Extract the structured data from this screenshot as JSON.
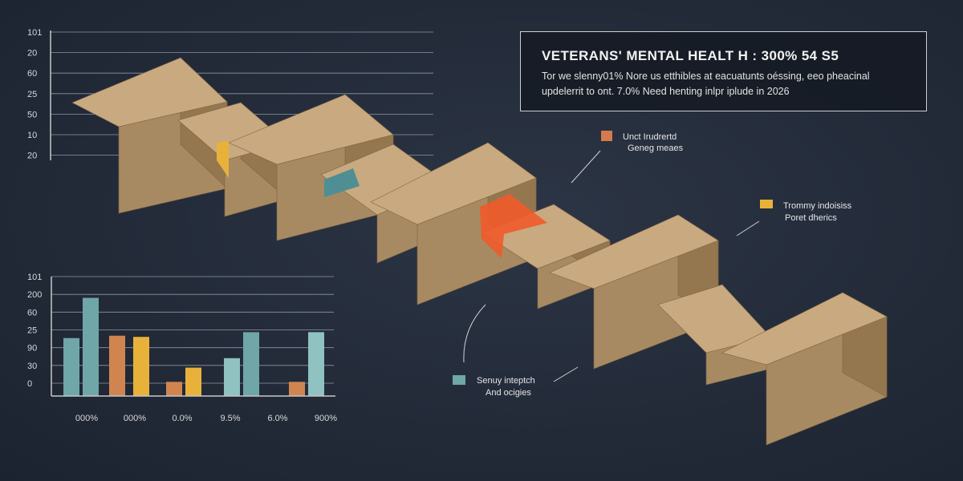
{
  "title_box": {
    "title": "VETERANS' MENTAL HEALT H : 300% 54 S5",
    "line1": "Tor we slenny01% Nore us etthibles at eacuatunts oéssing, eeo pheacinal",
    "line2": "updelerrit to ont. 7.0% Need henting inlpr iplude in 2026"
  },
  "callouts": [
    {
      "line1": "Unct Irudrertd",
      "line2": "Geneg meaes",
      "color": "#d47a4e"
    },
    {
      "line1": "Trommy indoisiss",
      "line2": "Poret dherics",
      "color": "#e8b23a"
    },
    {
      "line1": "Senuy inteptch",
      "line2": "And ocigies",
      "color": "#6fa6a7"
    }
  ],
  "chart_data": [
    {
      "type": "line",
      "yticks": [
        "101",
        "20",
        "60",
        "25",
        "50",
        "10",
        "20"
      ]
    },
    {
      "type": "bar",
      "yticks": [
        "101",
        "200",
        "60",
        "25",
        "90",
        "30",
        "0"
      ],
      "ylim": [
        0,
        101
      ],
      "categories": [
        "000%",
        "000%",
        "0.0%",
        "9.5%",
        "6.0%",
        "900%"
      ],
      "series": [
        {
          "color": "#6fa6a7",
          "values": [
            49,
            83
          ]
        },
        {
          "color": "#d08550",
          "values": [
            51,
            0
          ]
        },
        {
          "color": "#e8b23a",
          "values": [
            50,
            0
          ]
        },
        {
          "color": "#d08550",
          "values": [
            0,
            12
          ]
        },
        {
          "color": "#e8b23a",
          "values": [
            24,
            0
          ]
        },
        {
          "color": "#8fc2c0",
          "values": [
            32,
            0
          ]
        },
        {
          "color": "#6fa6a7",
          "values": [
            54,
            0
          ]
        },
        {
          "color": "#d08550",
          "values": [
            0,
            12
          ]
        },
        {
          "color": "#8fc2c0",
          "values": [
            54,
            0
          ]
        }
      ]
    }
  ]
}
